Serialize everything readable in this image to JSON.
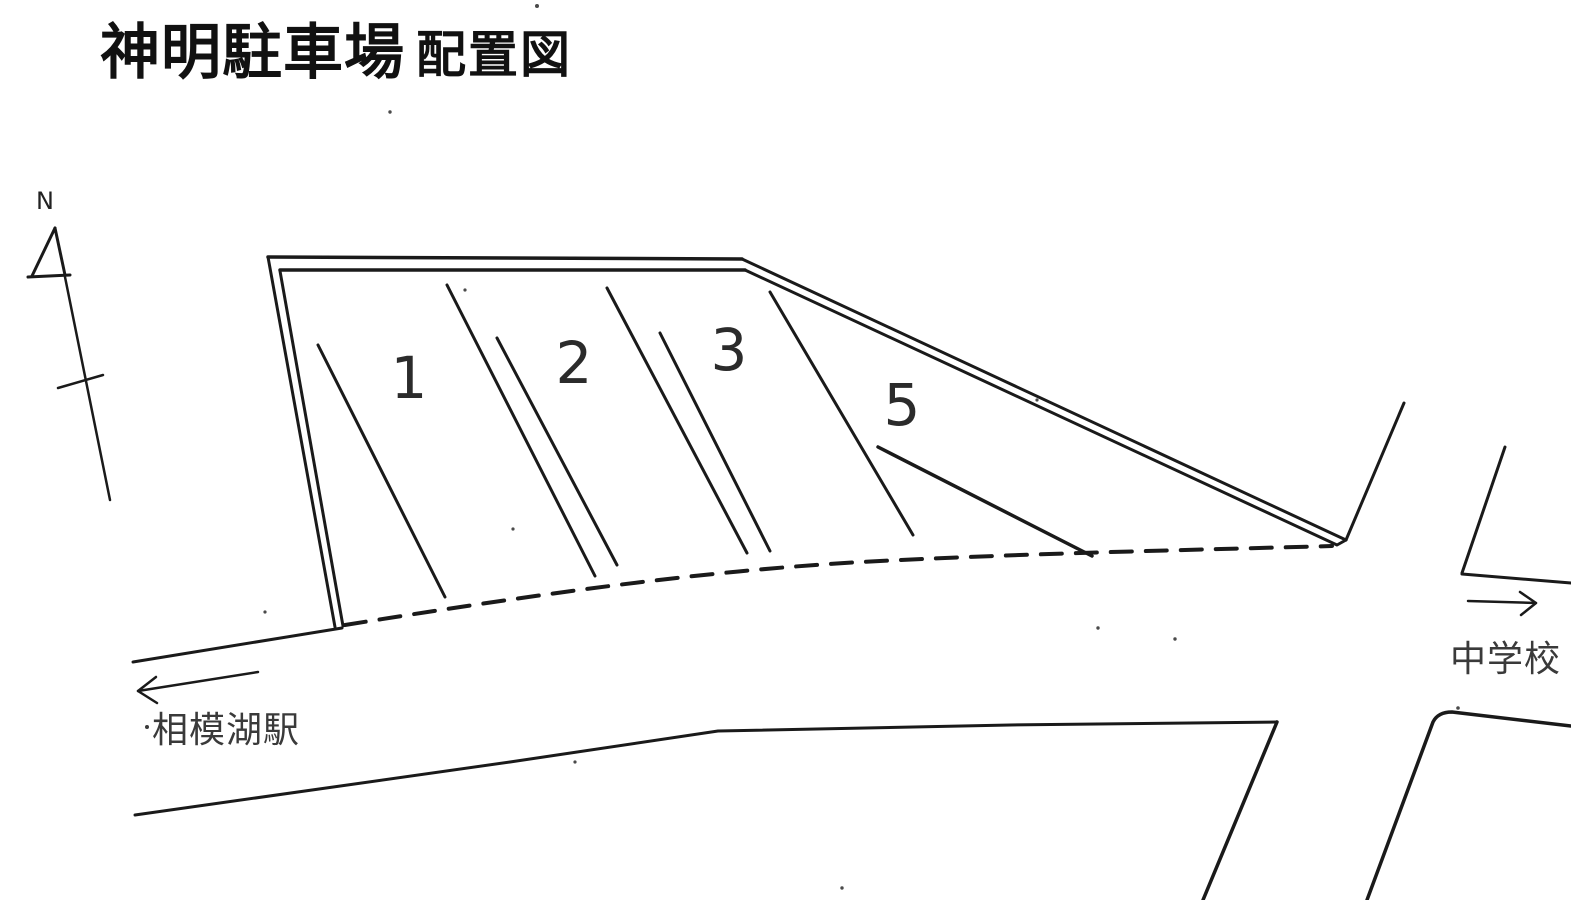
{
  "title": {
    "main": "神明駐車場",
    "sub": "配置図"
  },
  "compass": {
    "label": "N"
  },
  "parking_lot": {
    "space_labels": [
      "1",
      "2",
      "3",
      "5"
    ]
  },
  "destinations": {
    "left": {
      "label": "相模湖駅",
      "icon": "left-arrow-icon"
    },
    "right": {
      "label": "中学校",
      "icon": "right-arrow-icon"
    }
  },
  "colors": {
    "background": "#ffffff",
    "ink": "#1a1a1a",
    "text": "#2b2b2b"
  }
}
